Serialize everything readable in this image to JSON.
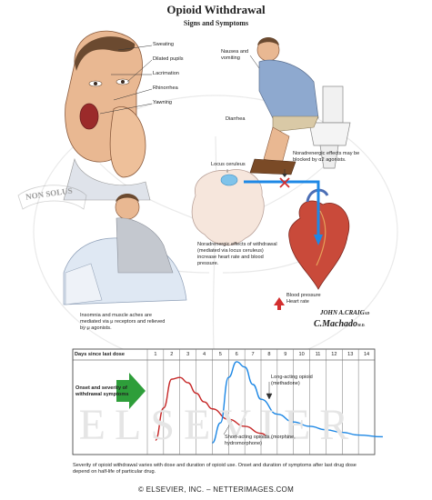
{
  "header": {
    "title": "Opioid Withdrawal",
    "subtitle": "Signs and Symptoms"
  },
  "symptoms": {
    "sweating": "Sweating",
    "dilated_pupils": "Dilated pupils",
    "lacrimation": "Lacrimation",
    "rhinorrhea": "Rhinorrhea",
    "yawning": "Yawning",
    "nausea": "Nausea and vomiting",
    "diarrhea": "Diarrhea"
  },
  "mechanism": {
    "locus_ceruleus": "Locus ceruleus",
    "blocked_note": "Noradrenergic effects may be blocked by α2 agonists.",
    "noradrenergic_effects": "Noradrenergic effects of withdrawal (mediated via locus ceruleus) increase heart rate and blood pressure.",
    "bp_label": "Blood pressure",
    "hr_label": "Heart rate",
    "insomnia": "Insomnia and muscle aches are mediated via μ receptors and relieved by μ agonists."
  },
  "watermark": {
    "motto": "NON SOLUS",
    "publisher": "ELSEVIER"
  },
  "signatures": {
    "craig": "JOHN A.CRAIG",
    "craig_suffix": "AD",
    "machado": "C.Machado",
    "machado_suffix": "M.D."
  },
  "chart_data": {
    "type": "line",
    "xlabel": "Days since last dose",
    "categories": [
      "1",
      "2",
      "3",
      "4",
      "5",
      "6",
      "7",
      "8",
      "9",
      "10",
      "11",
      "12",
      "13",
      "14"
    ],
    "ylabel": "Onset and severity of withdrawal symptoms",
    "series": [
      {
        "name": "Short-acting opioids (morphine, hydromorphone)",
        "color": "#c62828",
        "x": [
          0.5,
          1.0,
          1.5,
          2.0,
          2.5,
          3.0,
          3.5,
          4.0,
          5.0,
          6.0,
          7.0,
          7.5
        ],
        "y": [
          0.08,
          0.45,
          0.78,
          0.8,
          0.74,
          0.62,
          0.52,
          0.44,
          0.32,
          0.24,
          0.16,
          0.12
        ]
      },
      {
        "name": "Long-acting opioid (methadone)",
        "color": "#1e88e5",
        "x": [
          4.0,
          4.5,
          5.0,
          5.5,
          6.0,
          6.5,
          7.0,
          8.0,
          9.0,
          10.0,
          11.0,
          12.0,
          13.0,
          14.5
        ],
        "y": [
          0.05,
          0.28,
          0.8,
          0.98,
          0.92,
          0.72,
          0.55,
          0.38,
          0.29,
          0.24,
          0.2,
          0.17,
          0.14,
          0.12
        ]
      }
    ],
    "grid": true,
    "colors": {
      "arrow": "#2e9e3a",
      "axis": "#333333"
    }
  },
  "caption": "Severity of opioid withdrawal varies with dose and duration of opioid use. Onset and duration of symptoms after last drug dose depend on half-life of particular drug.",
  "footer": "© ELSEVIER, INC. – NETTERIMAGES.COM"
}
